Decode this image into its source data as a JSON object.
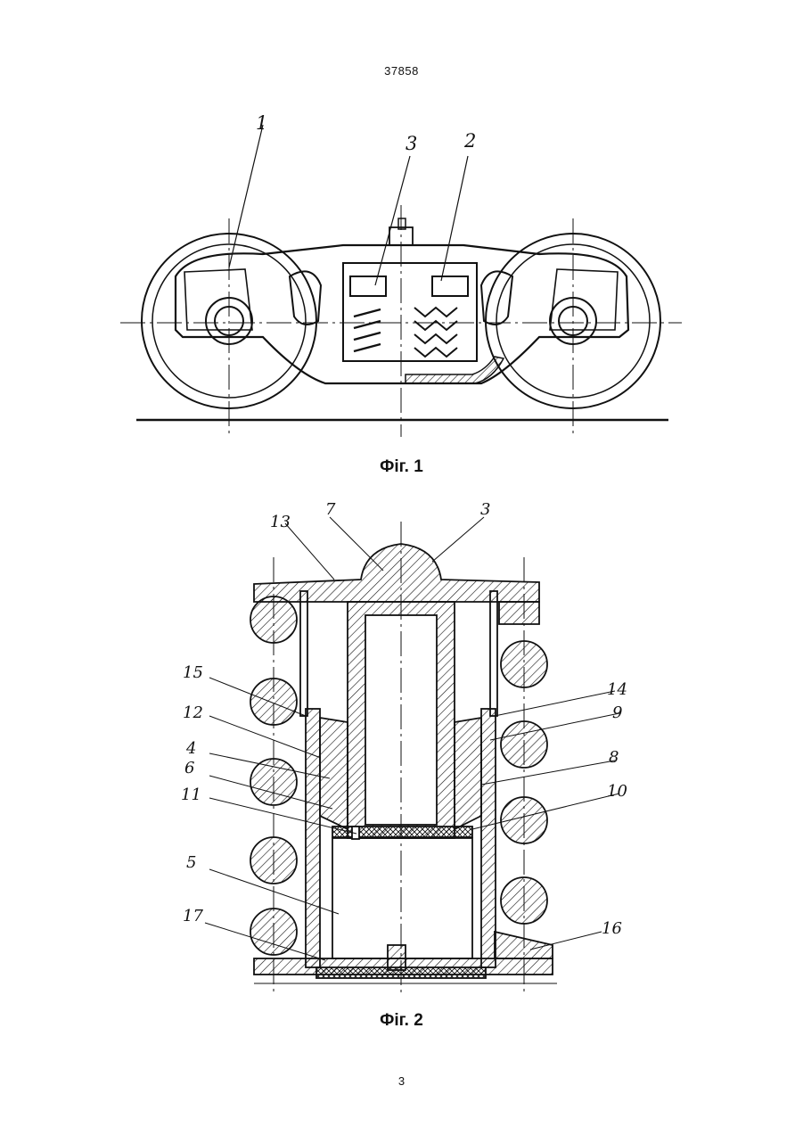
{
  "header": {
    "doc_number": "37858"
  },
  "figure1": {
    "caption": "Фіг. 1",
    "callouts": [
      "1",
      "3",
      "2"
    ]
  },
  "figure2": {
    "caption": "Фіг. 2",
    "callouts": [
      "13",
      "7",
      "3",
      "15",
      "14",
      "12",
      "9",
      "4",
      "8",
      "6",
      "10",
      "11",
      "5",
      "17",
      "16"
    ]
  },
  "footer": {
    "page_number": "3"
  }
}
